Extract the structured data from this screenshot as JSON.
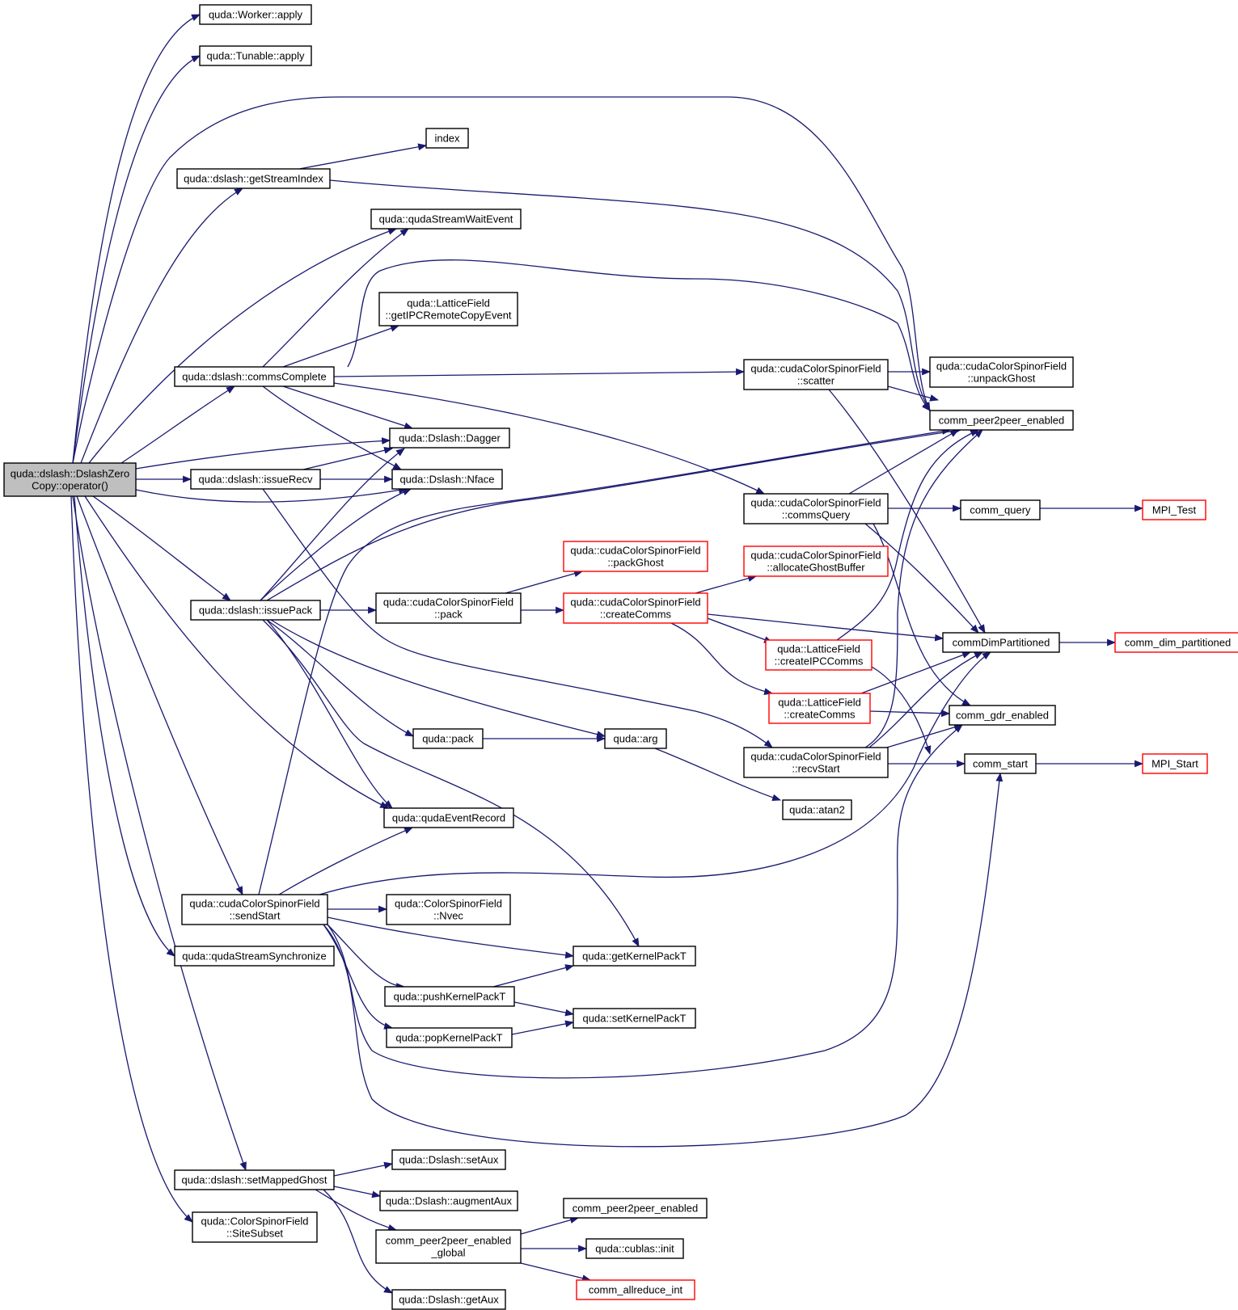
{
  "graph": {
    "nodes": [
      {
        "id": "root",
        "lines": [
          "quda::dslash::DslashZero",
          "Copy::operator()"
        ],
        "root": true
      },
      {
        "id": "worker_apply",
        "lines": [
          "quda::Worker::apply"
        ]
      },
      {
        "id": "tunable_apply",
        "lines": [
          "quda::Tunable::apply"
        ]
      },
      {
        "id": "index",
        "lines": [
          "index"
        ]
      },
      {
        "id": "getStreamIndex",
        "lines": [
          "quda::dslash::getStreamIndex"
        ]
      },
      {
        "id": "qudaStreamWaitEvent",
        "lines": [
          "quda::qudaStreamWaitEvent"
        ]
      },
      {
        "id": "getIPCRemoteCopyEvent",
        "lines": [
          "quda::LatticeField",
          "::getIPCRemoteCopyEvent"
        ]
      },
      {
        "id": "commsComplete",
        "lines": [
          "quda::dslash::commsComplete"
        ]
      },
      {
        "id": "scatter",
        "lines": [
          "quda::cudaColorSpinorField",
          "::scatter"
        ]
      },
      {
        "id": "unpackGhost",
        "lines": [
          "quda::cudaColorSpinorField",
          "::unpackGhost"
        ]
      },
      {
        "id": "comm_peer2peer_enabled",
        "lines": [
          "comm_peer2peer_enabled"
        ]
      },
      {
        "id": "dagger",
        "lines": [
          "quda::Dslash::Dagger"
        ]
      },
      {
        "id": "issueRecv",
        "lines": [
          "quda::dslash::issueRecv"
        ]
      },
      {
        "id": "nface",
        "lines": [
          "quda::Dslash::Nface"
        ]
      },
      {
        "id": "commsQuery",
        "lines": [
          "quda::cudaColorSpinorField",
          "::commsQuery"
        ]
      },
      {
        "id": "comm_query",
        "lines": [
          "comm_query"
        ]
      },
      {
        "id": "mpi_test",
        "lines": [
          "MPI_Test"
        ],
        "red": true
      },
      {
        "id": "packGhost",
        "lines": [
          "quda::cudaColorSpinorField",
          "::packGhost"
        ],
        "red": true
      },
      {
        "id": "allocateGhostBuffer",
        "lines": [
          "quda::cudaColorSpinorField",
          "::allocateGhostBuffer"
        ],
        "red": true
      },
      {
        "id": "issuePack",
        "lines": [
          "quda::dslash::issuePack"
        ]
      },
      {
        "id": "cscf_pack",
        "lines": [
          "quda::cudaColorSpinorField",
          "::pack"
        ]
      },
      {
        "id": "cscf_createComms",
        "lines": [
          "quda::cudaColorSpinorField",
          "::createComms"
        ],
        "red": true
      },
      {
        "id": "commDimPartitioned",
        "lines": [
          "commDimPartitioned"
        ]
      },
      {
        "id": "comm_dim_partitioned",
        "lines": [
          "comm_dim_partitioned"
        ],
        "red": true
      },
      {
        "id": "createIPCComms",
        "lines": [
          "quda::LatticeField",
          "::createIPCComms"
        ],
        "red": true
      },
      {
        "id": "lf_createComms",
        "lines": [
          "quda::LatticeField",
          "::createComms"
        ],
        "red": true
      },
      {
        "id": "comm_gdr_enabled",
        "lines": [
          "comm_gdr_enabled"
        ]
      },
      {
        "id": "quda_pack",
        "lines": [
          "quda::pack"
        ]
      },
      {
        "id": "quda_arg",
        "lines": [
          "quda::arg"
        ]
      },
      {
        "id": "recvStart",
        "lines": [
          "quda::cudaColorSpinorField",
          "::recvStart"
        ]
      },
      {
        "id": "comm_start",
        "lines": [
          "comm_start"
        ]
      },
      {
        "id": "mpi_start",
        "lines": [
          "MPI_Start"
        ],
        "red": true
      },
      {
        "id": "atan2",
        "lines": [
          "quda::atan2"
        ]
      },
      {
        "id": "qudaEventRecord",
        "lines": [
          "quda::qudaEventRecord"
        ]
      },
      {
        "id": "sendStart",
        "lines": [
          "quda::cudaColorSpinorField",
          "::sendStart"
        ]
      },
      {
        "id": "csf_nvec",
        "lines": [
          "quda::ColorSpinorField",
          "::Nvec"
        ]
      },
      {
        "id": "qudaStreamSynchronize",
        "lines": [
          "quda::qudaStreamSynchronize"
        ]
      },
      {
        "id": "getKernelPackT",
        "lines": [
          "quda::getKernelPackT"
        ]
      },
      {
        "id": "pushKernelPackT",
        "lines": [
          "quda::pushKernelPackT"
        ]
      },
      {
        "id": "setKernelPackT",
        "lines": [
          "quda::setKernelPackT"
        ]
      },
      {
        "id": "popKernelPackT",
        "lines": [
          "quda::popKernelPackT"
        ]
      },
      {
        "id": "setAux",
        "lines": [
          "quda::Dslash::setAux"
        ]
      },
      {
        "id": "setMappedGhost",
        "lines": [
          "quda::dslash::setMappedGhost"
        ]
      },
      {
        "id": "augmentAux",
        "lines": [
          "quda::Dslash::augmentAux"
        ]
      },
      {
        "id": "comm_peer2peer_enabled_2",
        "lines": [
          "comm_peer2peer_enabled"
        ]
      },
      {
        "id": "p2p_global",
        "lines": [
          "comm_peer2peer_enabled",
          "_global"
        ]
      },
      {
        "id": "cublas_init",
        "lines": [
          "quda::cublas::init"
        ]
      },
      {
        "id": "comm_allreduce_int",
        "lines": [
          "comm_allreduce_int"
        ],
        "red": true
      },
      {
        "id": "siteSubset",
        "lines": [
          "quda::ColorSpinorField",
          "::SiteSubset"
        ]
      },
      {
        "id": "getAux",
        "lines": [
          "quda::Dslash::getAux"
        ]
      }
    ]
  }
}
